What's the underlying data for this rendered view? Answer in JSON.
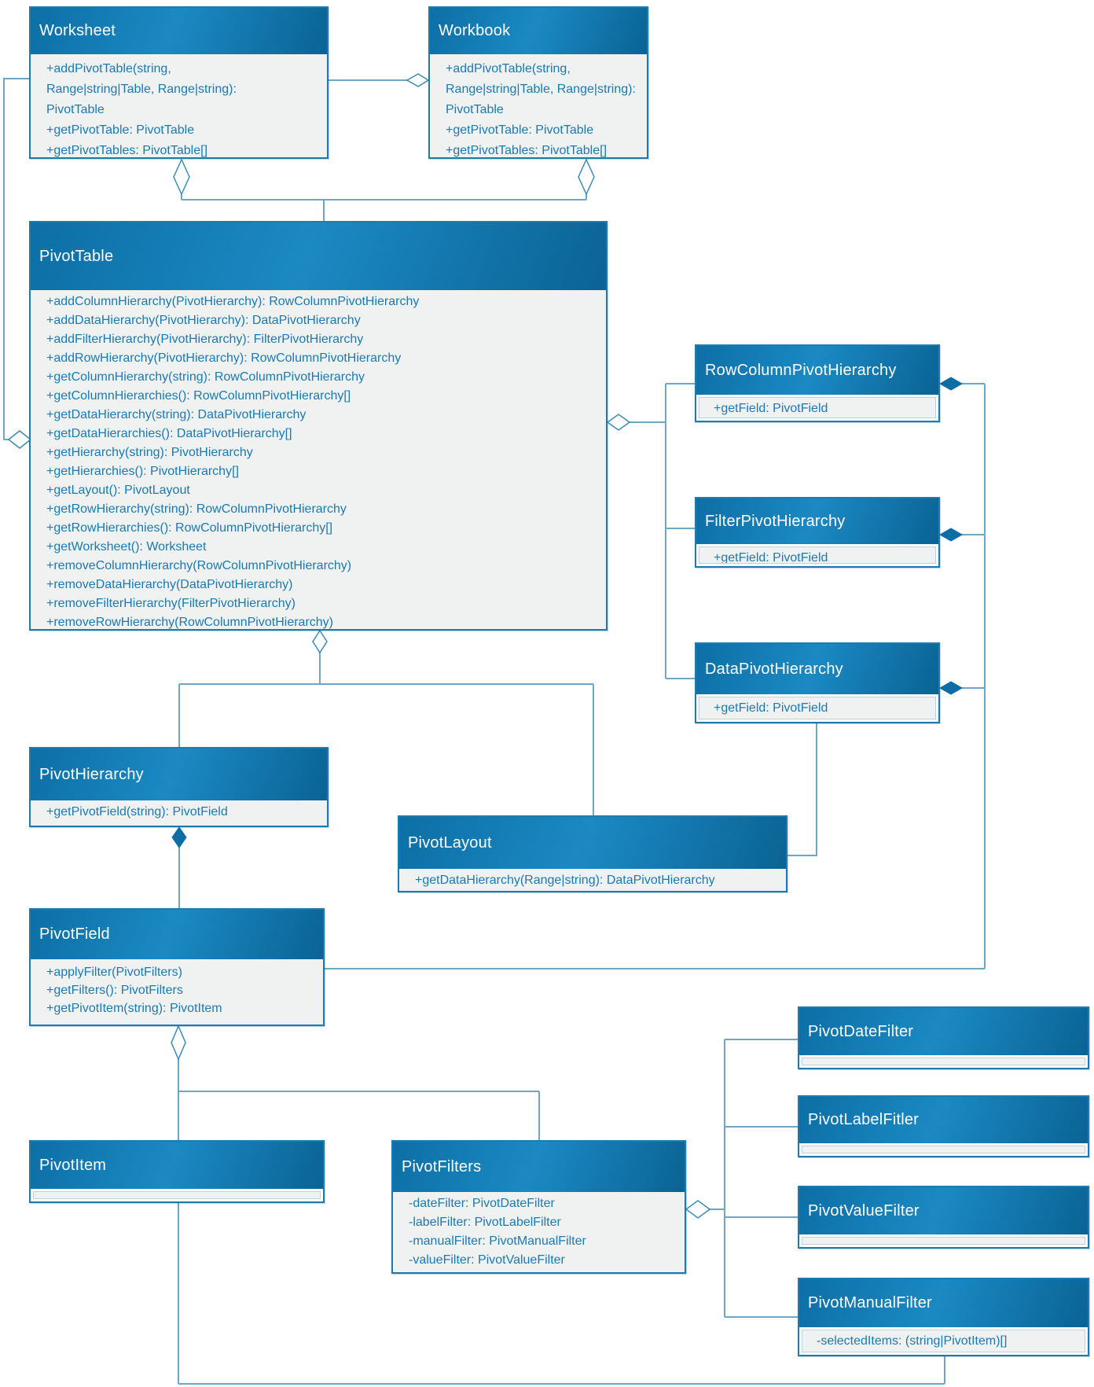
{
  "diagram_title": "PivotTable UML class diagram",
  "colors": {
    "header_gradient_start": "#0d6fa5",
    "header_gradient_mid": "#1b89c3",
    "header_gradient_end": "#0b6394",
    "box_border": "#1e7cad",
    "body_background": "#f0f1f1",
    "member_text": "#1a7ab3",
    "connector_line": "#6ea6c5",
    "composition_diamond_fill": "#0d6da4"
  },
  "classes": {
    "worksheet": {
      "title": "Worksheet",
      "members": [
        "+addPivotTable(string,",
        "Range|string|Table, Range|string):",
        "PivotTable",
        "+getPivotTable: PivotTable",
        "+getPivotTables: PivotTable[]"
      ]
    },
    "workbook": {
      "title": "Workbook",
      "members": [
        "+addPivotTable(string,",
        "Range|string|Table, Range|string):",
        "PivotTable",
        "+getPivotTable: PivotTable",
        "+getPivotTables: PivotTable[]"
      ]
    },
    "pivotTable": {
      "title": "PivotTable",
      "members": [
        "+addColumnHierarchy(PivotHierarchy): RowColumnPivotHierarchy",
        "+addDataHierarchy(PivotHierarchy): DataPivotHierarchy",
        "+addFilterHierarchy(PivotHierarchy): FilterPivotHierarchy",
        "+addRowHierarchy(PivotHierarchy): RowColumnPivotHierarchy",
        "+getColumnHierarchy(string): RowColumnPivotHierarchy",
        "+getColumnHierarchies(): RowColumnPivotHierarchy[]",
        "+getDataHierarchy(string): DataPivotHierarchy",
        "+getDataHierarchies(): DataPivotHierarchy[]",
        "+getHierarchy(string): PivotHierarchy",
        "+getHierarchies(): PivotHierarchy[]",
        "+getLayout(): PivotLayout",
        "+getRowHierarchy(string): RowColumnPivotHierarchy",
        "+getRowHierarchies(): RowColumnPivotHierarchy[]",
        "+getWorksheet(): Worksheet",
        "+removeColumnHierarchy(RowColumnPivotHierarchy)",
        "+removeDataHierarchy(DataPivotHierarchy)",
        "+removeFilterHierarchy(FilterPivotHierarchy)",
        "+removeRowHierarchy(RowColumnPivotHierarchy)"
      ]
    },
    "rowColumnPivotHierarchy": {
      "title": "RowColumnPivotHierarchy",
      "members": [
        "+getField: PivotField"
      ]
    },
    "filterPivotHierarchy": {
      "title": "FilterPivotHierarchy",
      "members": [
        "+getField: PivotField"
      ]
    },
    "dataPivotHierarchy": {
      "title": "DataPivotHierarchy",
      "members": [
        "+getField: PivotField"
      ]
    },
    "pivotHierarchy": {
      "title": "PivotHierarchy",
      "members": [
        "+getPivotField(string): PivotField"
      ]
    },
    "pivotLayout": {
      "title": "PivotLayout",
      "members": [
        "+getDataHierarchy(Range|string): DataPivotHierarchy"
      ]
    },
    "pivotField": {
      "title": "PivotField",
      "members": [
        "+applyFilter(PivotFilters)",
        "+getFilters(): PivotFilters",
        "+getPivotItem(string): PivotItem"
      ]
    },
    "pivotItem": {
      "title": "PivotItem",
      "members": []
    },
    "pivotFilters": {
      "title": "PivotFilters",
      "members": [
        "-dateFilter: PivotDateFilter",
        "-labelFilter: PivotLabelFilter",
        "-manualFilter: PivotManualFilter",
        "-valueFilter: PivotValueFilter"
      ]
    },
    "pivotDateFilter": {
      "title": "PivotDateFilter",
      "members": []
    },
    "pivotLabelFitler": {
      "title": "PivotLabelFitler",
      "members": []
    },
    "pivotValueFilter": {
      "title": "PivotValueFilter",
      "members": []
    },
    "pivotManualFilter": {
      "title": "PivotManualFilter",
      "members": [
        "-selectedItems: (string|PivotItem)[]"
      ]
    }
  }
}
